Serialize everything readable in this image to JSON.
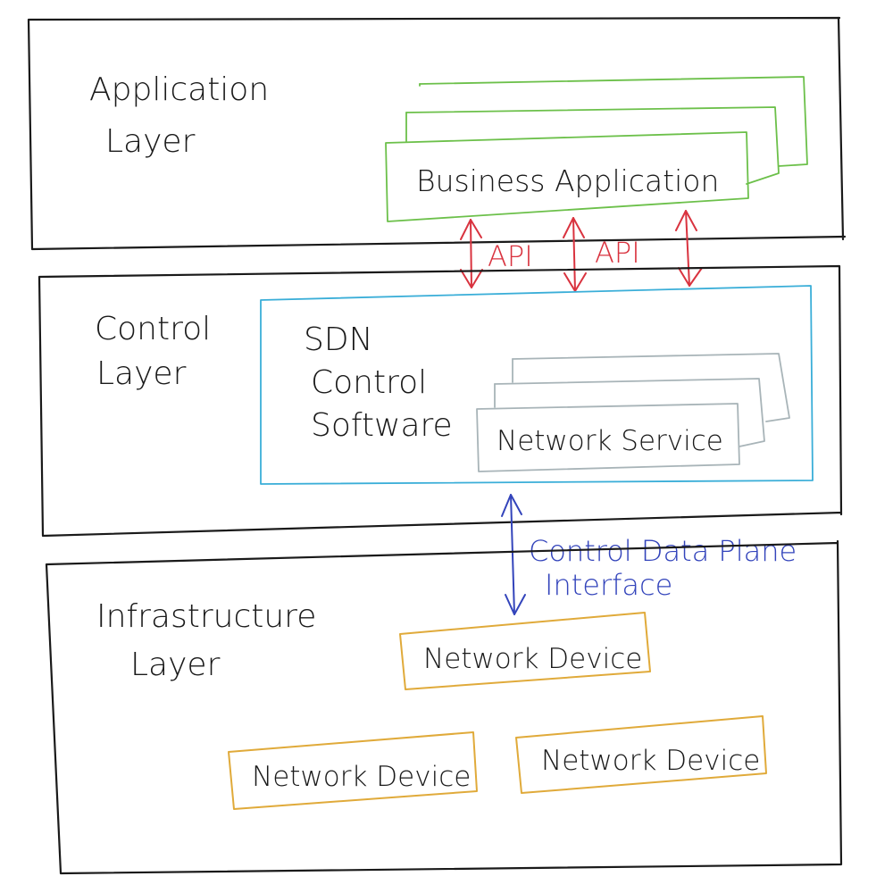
{
  "layers": {
    "application": {
      "label_line1": "Application",
      "label_line2": "Layer"
    },
    "control": {
      "label_line1": "Control",
      "label_line2": "Layer"
    },
    "infrastructure": {
      "label_line1": "Infrastructure",
      "label_line2": "Layer"
    }
  },
  "business_application": {
    "label": "Business Application"
  },
  "api_labels": [
    "API",
    "API"
  ],
  "sdn": {
    "line1": "SDN",
    "line2": "Control",
    "line3": "Software"
  },
  "network_service": {
    "label": "Network Service"
  },
  "interface": {
    "line1": "Control Data Plane",
    "line2": "Interface"
  },
  "network_devices": [
    "Network Device",
    "Network Device",
    "Network Device"
  ],
  "colors": {
    "outline": "#1a1a1a",
    "business_app": "#6cc04a",
    "sdn_box": "#3aaed8",
    "network_service": "#a8b4b8",
    "api_arrows": "#d9333f",
    "interface": "#3344bb",
    "network_device": "#e0aa3a"
  }
}
